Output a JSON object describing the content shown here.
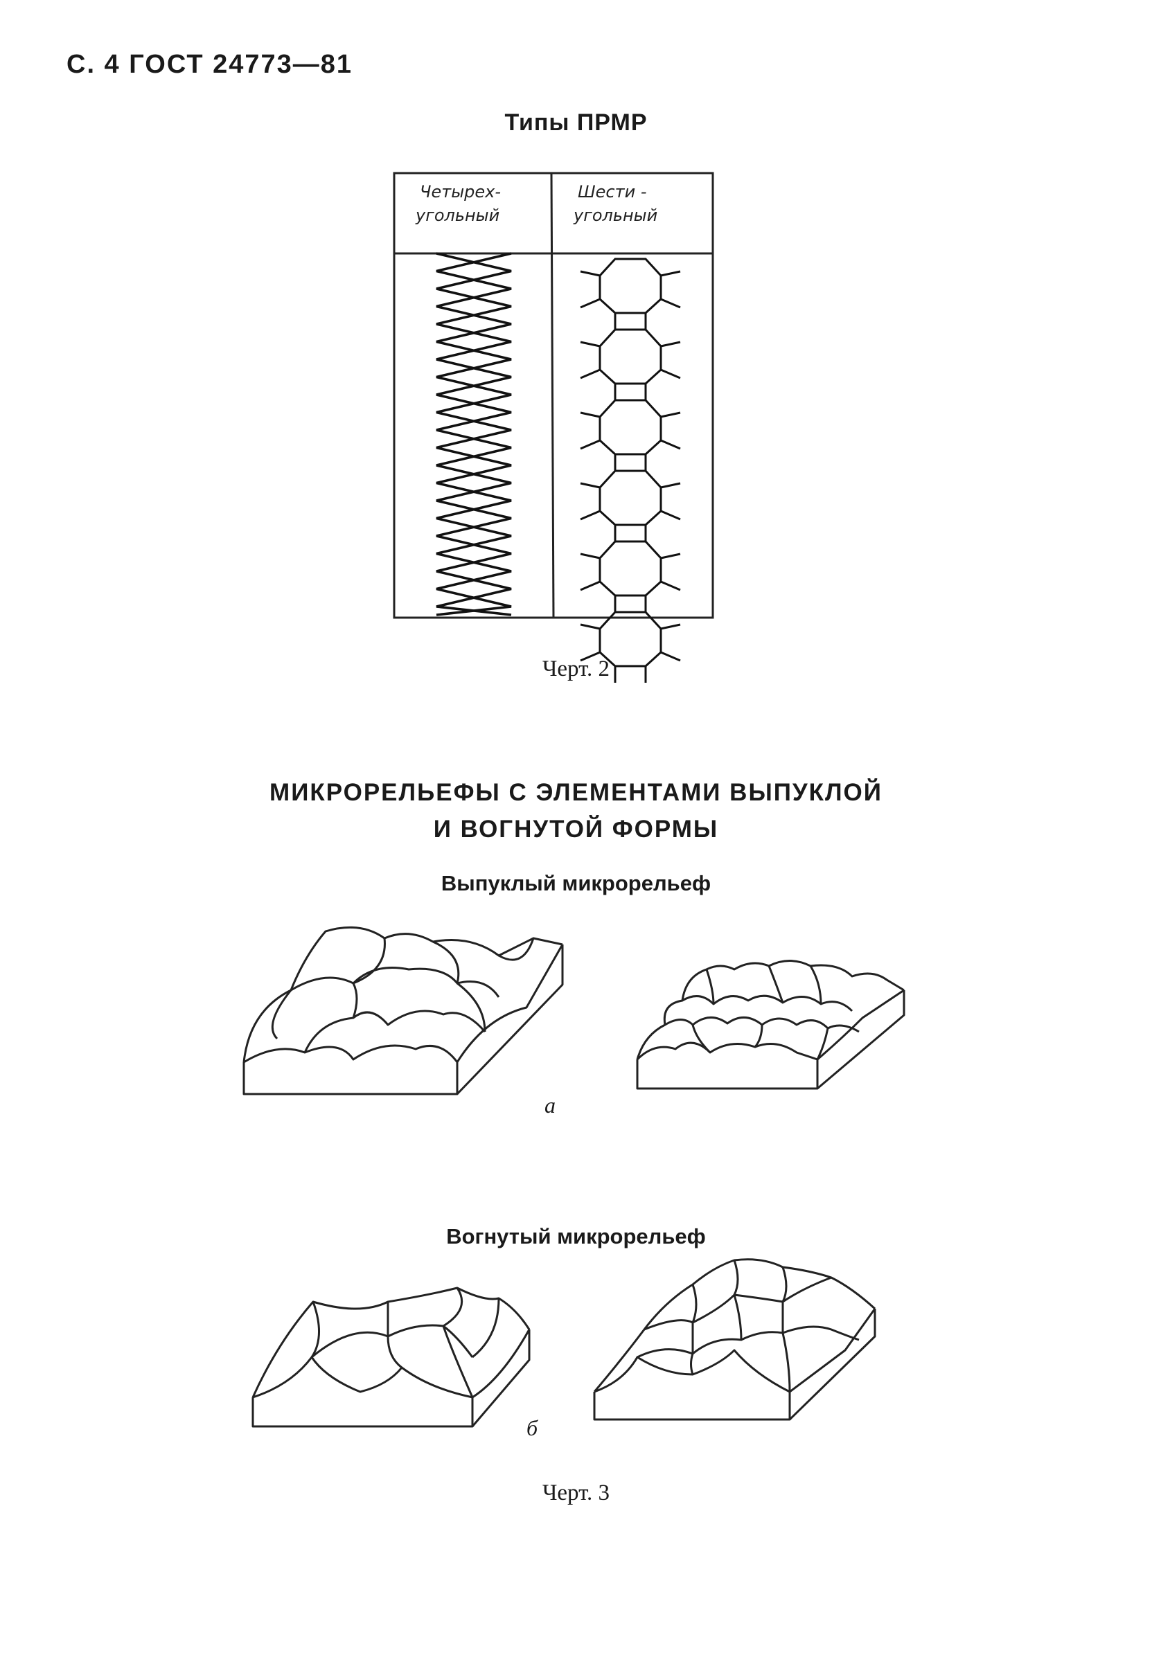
{
  "page_header": "С. 4 ГОСТ 24773—81",
  "figure2": {
    "title": "Типы ПРМР",
    "col1_line1": "Четырех-",
    "col1_line2": "угольный",
    "col2_line1": "Шести -",
    "col2_line2": "угольный",
    "caption": "Черт. 2"
  },
  "figure3": {
    "section_line1": "МИКРОРЕЛЬЕФЫ С ЭЛЕМЕНТАМИ ВЫПУКЛОЙ",
    "section_line2": "И ВОГНУТОЙ ФОРМЫ",
    "convex_title": "Выпуклый микрорельеф",
    "label_a": "а",
    "concave_title": "Вогнутый микрорельеф",
    "label_b": "б",
    "caption": "Черт. 3"
  }
}
